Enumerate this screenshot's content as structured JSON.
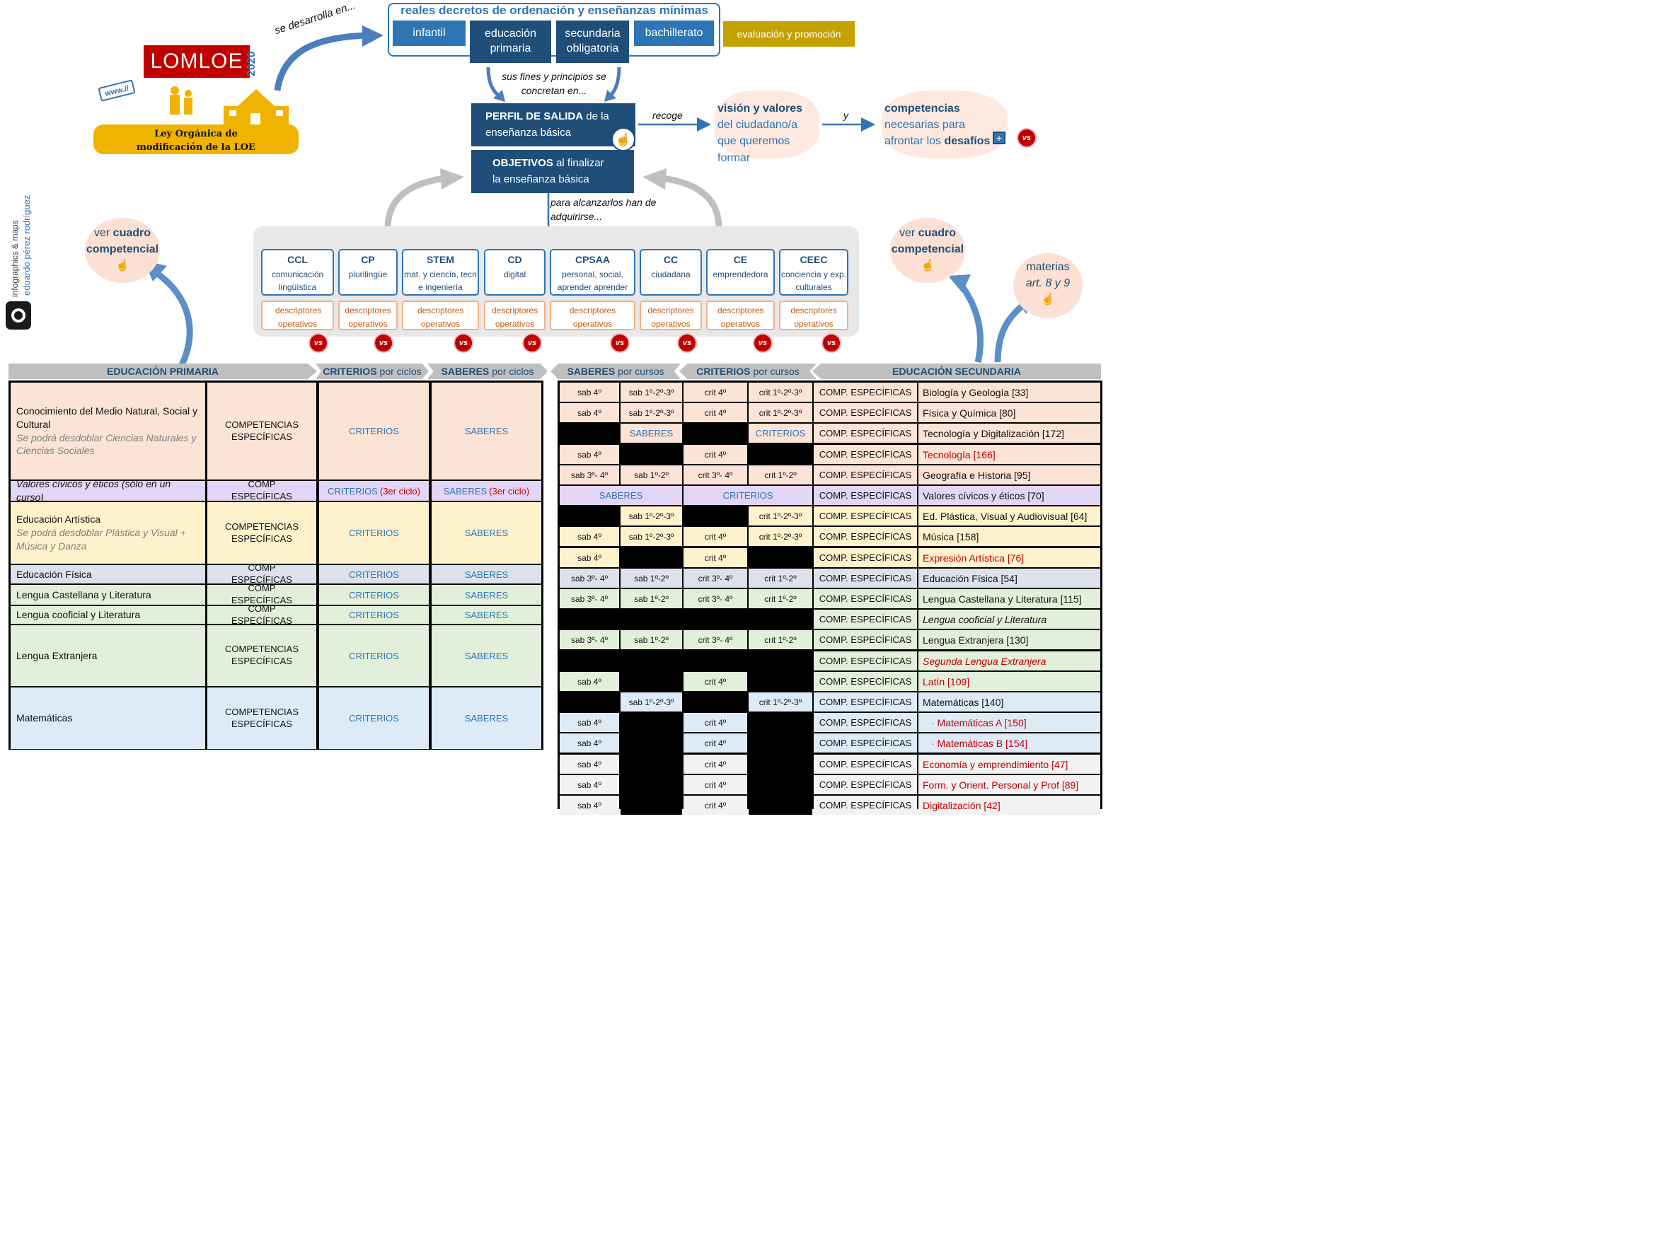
{
  "header": {
    "decretos_title": "reales decretos de ordenación y enseñanzas mínimas",
    "stages": [
      {
        "label": "infantil"
      },
      {
        "label": "educación primaria"
      },
      {
        "label": "secundaria obligatoria"
      },
      {
        "label": "bachillerato"
      }
    ],
    "evaluacion": "evaluación y promoción",
    "se_desarrolla": "se desarrolla en...",
    "sus_fines": "sus fines y principios se concretan en...",
    "colors": {
      "navy": "#1f4e79",
      "blue": "#2e75b6",
      "gold": "#c5a100",
      "peach": "#fbe0d3",
      "red": "#c00000"
    }
  },
  "logo": {
    "lomloe": "LOMLOE",
    "year": "2020",
    "ley": "Ley Orgánica de modificación de la LOE",
    "www": "www.//"
  },
  "perfil": {
    "title_bold": "PERFIL DE SALIDA",
    "title_rest": " de la enseñanza básica",
    "objetivos_bold": "OBJETIVOS",
    "objetivos_rest": " al finalizar la enseñanza básica",
    "recoge": "recoge",
    "y": "y",
    "vision_title": "visión y valores",
    "vision_rest": "del ciudadano/a que queremos formar",
    "competencias_title": "competencias",
    "competencias_rest": "necesarias para afrontar los ",
    "desafios": "desafíos",
    "para_alcanzarlos": "para alcanzarlos han de adquirirse...",
    "vs": "vs"
  },
  "key_competences": [
    {
      "code": "CCL",
      "name": "comunicación lingüística"
    },
    {
      "code": "CP",
      "name": "plurilingüe"
    },
    {
      "code": "STEM",
      "name": "mat. y ciencia, tecn e ingeniería"
    },
    {
      "code": "CD",
      "name": "digital"
    },
    {
      "code": "CPSAA",
      "name": "personal, social, aprender aprender"
    },
    {
      "code": "CC",
      "name": "ciudadana"
    },
    {
      "code": "CE",
      "name": "emprendedora"
    },
    {
      "code": "CEEC",
      "name": "conciencia y exp. culturales"
    }
  ],
  "descriptores": "descriptores operativos",
  "side": {
    "ver_cuadro": "ver",
    "cuadro": "cuadro competencial",
    "materias": "materias",
    "articulos": "art. 8 y 9",
    "credit_1": "infographics & maps",
    "credit_2": "eduardo pérez rodríguez"
  },
  "banners": {
    "primaria": "EDUCACIÓN PRIMARIA",
    "criterios_ciclos_bold": "CRITERIOS",
    "criterios_ciclos_rest": "por ciclos",
    "saberes_ciclos_bold": "SABERES",
    "saberes_ciclos_rest": "por ciclos",
    "saberes_cursos_bold": "SABERES",
    "saberes_cursos_rest": "por cursos",
    "criterios_cursos_bold": "CRITERIOS",
    "criterios_cursos_rest": "por cursos",
    "secundaria": "EDUCACIÓN SECUNDARIA"
  },
  "primaria": [
    {
      "subject": "Conocimiento del Medio Natural, Social y Cultural",
      "note": "Se podrá desdoblar Ciencias Naturales y Ciencias Sociales",
      "comp": "COMPETENCIAS ESPECÍFICAS",
      "crit": "CRITERIOS",
      "sab": "SABERES",
      "crit_extra": "",
      "sab_extra": "",
      "bg": "#fbe3d6"
    },
    {
      "subject": "Valores cívicos y éticos (sólo en un curso)",
      "note": "",
      "comp": "COMP ESPECÍFICAS",
      "crit": "CRITERIOS",
      "sab": "SABERES",
      "crit_extra": "(3er ciclo)",
      "sab_extra": "(3er ciclo)",
      "bg": "#e2d5f5"
    },
    {
      "subject": "Educación Artística",
      "note": "Se podrá desdoblar Plástica y Visual + Música y Danza",
      "comp": "COMPETENCIAS ESPECÍFICAS",
      "crit": "CRITERIOS",
      "sab": "SABERES",
      "crit_extra": "",
      "sab_extra": "",
      "bg": "#fef2cc"
    },
    {
      "subject": "Educación Física",
      "note": "",
      "comp": "COMP ESPECÍFICAS",
      "crit": "CRITERIOS",
      "sab": "SABERES",
      "crit_extra": "",
      "sab_extra": "",
      "bg": "#dde1ea"
    },
    {
      "subject": "Lengua Castellana y Literatura",
      "note": "",
      "comp": "COMP ESPECÍFICAS",
      "crit": "CRITERIOS",
      "sab": "SABERES",
      "crit_extra": "",
      "sab_extra": "",
      "bg": "#e2efda"
    },
    {
      "subject": "Lengua cooficial y Literatura",
      "note": "",
      "comp": "COMP ESPECÍFICAS",
      "crit": "CRITERIOS",
      "sab": "SABERES",
      "crit_extra": "",
      "sab_extra": "",
      "bg": "#e2efda"
    },
    {
      "subject": "Lengua Extranjera",
      "note": "",
      "comp": "COMPETENCIAS ESPECÍFICAS",
      "crit": "CRITERIOS",
      "sab": "SABERES",
      "crit_extra": "",
      "sab_extra": "",
      "bg": "#e2efda"
    },
    {
      "subject": "Matemáticas",
      "note": "",
      "comp": "COMPETENCIAS ESPECÍFICAS",
      "crit": "CRITERIOS",
      "sab": "SABERES",
      "crit_extra": "",
      "sab_extra": "",
      "bg": "#ddebf7"
    }
  ],
  "secundaria": [
    {
      "sab4": "sab 4º",
      "sab13": "sab 1º-2º-3º",
      "crit4": "crit 4º",
      "crit13": "crit 1º-2º-3º",
      "comp": "COMP. ESPECÍFICAS",
      "subject": "Biología y Geología [33]",
      "style": "normal",
      "bg": "#fbe3d6"
    },
    {
      "sab4": "sab 4º",
      "sab13": "sab 1º-2º-3º",
      "crit4": "crit 4º",
      "crit13": "crit 1º-2º-3º",
      "comp": "COMP. ESPECÍFICAS",
      "subject": "Física y Química [80]",
      "style": "normal",
      "bg": "#fbe3d6"
    },
    {
      "sab4": "",
      "sab13": "SABERES",
      "crit4": "",
      "crit13": "CRITERIOS",
      "comp": "COMP. ESPECÍFICAS",
      "subject": "Tecnología y Digitalización [172]",
      "style": "normal",
      "bg": "#fbe3d6"
    },
    {
      "sab4": "sab 4º",
      "sab13": "",
      "crit4": "crit 4º",
      "crit13": "",
      "comp": "COMP. ESPECÍFICAS",
      "subject": "Tecnología [166]",
      "style": "red",
      "bg": "#fbe3d6"
    },
    {
      "sab4": "sab 3º- 4º",
      "sab13": "sab 1º-2º",
      "crit4": "crit 3º- 4º",
      "crit13": "crit 1º-2º",
      "comp": "COMP. ESPECÍFICAS",
      "subject": "Geografía e Historia [95]",
      "style": "normal",
      "bg": "#fbe3d6"
    },
    {
      "sab4": "SABERES",
      "sab13": "",
      "crit4": "CRITERIOS",
      "crit13": "",
      "comp": "COMP. ESPECÍFICAS",
      "subject": "Valores cívicos y éticos [70]",
      "style": "normal",
      "bg": "#e2d5f5"
    },
    {
      "sab4": "",
      "sab13": "sab 1º-2º-3º",
      "crit4": "",
      "crit13": "crit 1º-2º-3º",
      "comp": "COMP. ESPECÍFICAS",
      "subject": "Ed. Plástica, Visual y Audiovisual [64]",
      "style": "normal",
      "bg": "#fef2cc"
    },
    {
      "sab4": "sab 4º",
      "sab13": "sab 1º-2º-3º",
      "crit4": "crit 4º",
      "crit13": "crit 1º-2º-3º",
      "comp": "COMP. ESPECÍFICAS",
      "subject": "Música [158]",
      "style": "normal",
      "bg": "#fef2cc"
    },
    {
      "sab4": "sab 4º",
      "sab13": "",
      "crit4": "crit 4º",
      "crit13": "",
      "comp": "COMP. ESPECÍFICAS",
      "subject": "Expresión Artística [76]",
      "style": "red",
      "bg": "#fef2cc"
    },
    {
      "sab4": "sab 3º- 4º",
      "sab13": "sab 1º-2º",
      "crit4": "crit 3º- 4º",
      "crit13": "crit 1º-2º",
      "comp": "COMP. ESPECÍFICAS",
      "subject": "Educación Física [54]",
      "style": "normal",
      "bg": "#dde1ea"
    },
    {
      "sab4": "sab 3º- 4º",
      "sab13": "sab 1º-2º",
      "crit4": "crit 3º- 4º",
      "crit13": "crit 1º-2º",
      "comp": "COMP. ESPECÍFICAS",
      "subject": "Lengua Castellana y Literatura [115]",
      "style": "normal",
      "bg": "#e2efda"
    },
    {
      "sab4": "",
      "sab13": "",
      "crit4": "",
      "crit13": "",
      "comp": "COMP. ESPECÍFICAS",
      "subject": "Lengua cooficial y Literatura",
      "style": "italic",
      "bg": "#e2efda"
    },
    {
      "sab4": "sab 3º- 4º",
      "sab13": "sab 1º-2º",
      "crit4": "crit 3º- 4º",
      "crit13": "crit 1º-2º",
      "comp": "COMP. ESPECÍFICAS",
      "subject": "Lengua Extranjera [130]",
      "style": "normal",
      "bg": "#e2efda"
    },
    {
      "sab4": "",
      "sab13": "",
      "crit4": "",
      "crit13": "",
      "comp": "COMP. ESPECÍFICAS",
      "subject": "Segunda Lengua Extranjera",
      "style": "red-italic",
      "bg": "#e2efda"
    },
    {
      "sab4": "sab 4º",
      "sab13": "",
      "crit4": "crit 4º",
      "crit13": "",
      "comp": "COMP. ESPECÍFICAS",
      "subject": "Latín [109]",
      "style": "red",
      "bg": "#e2efda"
    },
    {
      "sab4": "",
      "sab13": "sab 1º-2º-3º",
      "crit4": "",
      "crit13": "crit 1º-2º-3º",
      "comp": "COMP. ESPECÍFICAS",
      "subject": "Matemáticas [140]",
      "style": "normal",
      "bg": "#ddebf7"
    },
    {
      "sab4": "sab 4º",
      "sab13": "",
      "crit4": "crit 4º",
      "crit13": "",
      "comp": "COMP. ESPECÍFICAS",
      "subject": "· Matemáticas A [150]",
      "style": "red-indent",
      "bg": "#ddebf7"
    },
    {
      "sab4": "sab 4º",
      "sab13": "",
      "crit4": "crit 4º",
      "crit13": "",
      "comp": "COMP. ESPECÍFICAS",
      "subject": "· Matemáticas B [154]",
      "style": "red-indent",
      "bg": "#ddebf7"
    },
    {
      "sab4": "sab 4º",
      "sab13": "",
      "crit4": "crit 4º",
      "crit13": "",
      "comp": "COMP. ESPECÍFICAS",
      "subject": "Economía y emprendimiento [47]",
      "style": "red",
      "bg": "#f2f2f2"
    },
    {
      "sab4": "sab 4º",
      "sab13": "",
      "crit4": "crit 4º",
      "crit13": "",
      "comp": "COMP. ESPECÍFICAS",
      "subject": "Form. y Orient. Personal y Prof [89]",
      "style": "red",
      "bg": "#f2f2f2"
    },
    {
      "sab4": "sab 4º",
      "sab13": "",
      "crit4": "crit 4º",
      "crit13": "",
      "comp": "COMP. ESPECÍFICAS",
      "subject": "Digitalización [42]",
      "style": "red",
      "bg": "#f2f2f2"
    }
  ]
}
